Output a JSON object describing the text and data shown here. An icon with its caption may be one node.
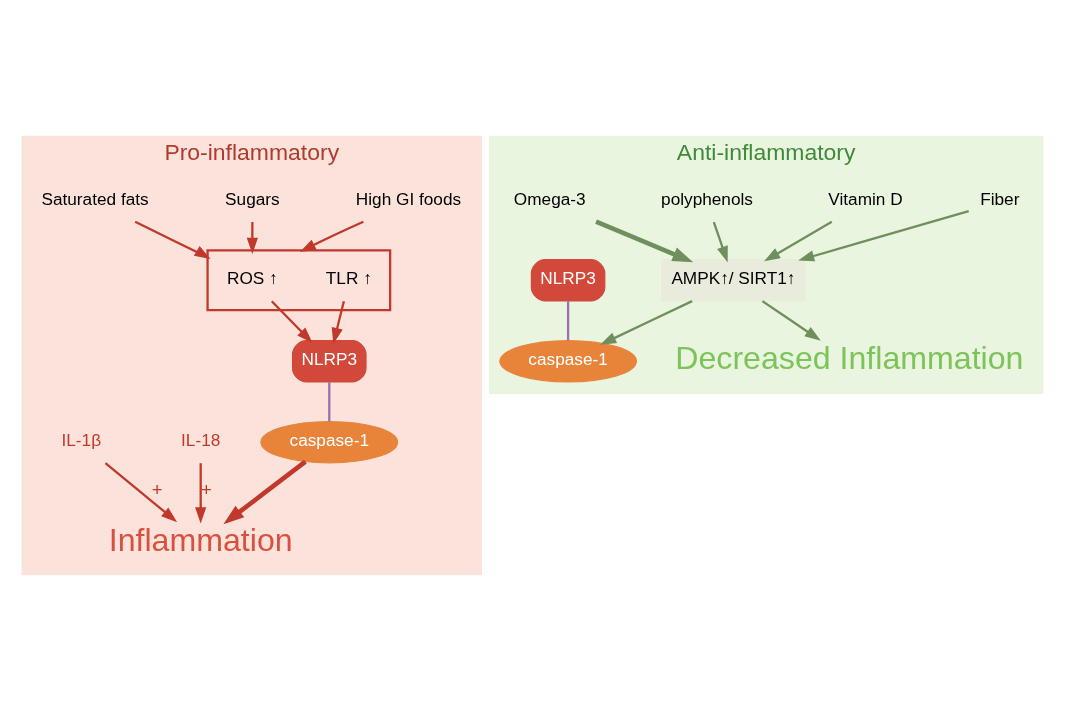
{
  "diagram": {
    "nodes": [
      {
        "text": [
          "Pro-inflammatory"
        ]
      },
      {
        "text": [
          "Saturated fats"
        ],
        "in": 0
      },
      {
        "text": [
          "Sugars"
        ],
        "in": 0
      },
      {
        "text": [
          "High GI foods"
        ],
        "in": 0
      },
      {
        "text": [],
        "shape": "box",
        "in": 0
      },
      {
        "text": [
          "ROS ↑"
        ],
        "in": 4
      },
      {
        "text": [
          "TLR ↑"
        ],
        "in": 4
      },
      {
        "text": [
          "NLRP3"
        ],
        "in": 0
      },
      {
        "text": [
          "caspase-1"
        ],
        "in": 0
      },
      {
        "text": [
          "IL-1β"
        ],
        "in": 0
      },
      {
        "text": [
          "IL-18"
        ],
        "in": 0
      },
      {
        "text": [
          "Inflammation"
        ],
        "in": 0
      },
      {
        "text": [
          "Anti-inflammatory"
        ]
      },
      {
        "text": [
          "Omega-3"
        ],
        "in": 12
      },
      {
        "text": [
          "polyphenols"
        ],
        "in": 12
      },
      {
        "text": [
          "Vitamin D"
        ],
        "in": 12
      },
      {
        "text": [
          "Fiber"
        ],
        "in": 12
      },
      {
        "text": [
          "AMPK↑/ SIRT1↑"
        ],
        "in": 12
      },
      {
        "text": [
          "NLRP3"
        ],
        "in": 12
      },
      {
        "text": [
          "caspase-1"
        ],
        "in": 12
      },
      {
        "text": [
          "Decreased Inflammation"
        ],
        "in": 12
      }
    ],
    "edges": [
      {
        "from": 1,
        "to": 4,
        "arrow": "to"
      },
      {
        "from": 2,
        "to": 4,
        "arrow": "to"
      },
      {
        "from": 3,
        "to": 4,
        "arrow": "to"
      },
      {
        "from": 5,
        "to": 7,
        "arrow": "to"
      },
      {
        "from": 6,
        "to": 7,
        "arrow": "to"
      },
      {
        "from": 7,
        "to": 8,
        "arrow": "none",
        "color": "#9b6fb0"
      },
      {
        "from": 8,
        "to": 11,
        "arrow": "to",
        "style": "thick"
      },
      {
        "from": 9,
        "to": 11,
        "arrow": "to",
        "label": "+"
      },
      {
        "from": 10,
        "to": 11,
        "arrow": "to",
        "label": "+"
      },
      {
        "from": 13,
        "to": 17,
        "arrow": "to",
        "color": "#6f8f5c",
        "style": "thick"
      },
      {
        "from": 14,
        "to": 17,
        "arrow": "to",
        "color": "#6f8f5c"
      },
      {
        "from": 15,
        "to": 17,
        "arrow": "to",
        "color": "#6f8f5c"
      },
      {
        "from": 16,
        "to": 17,
        "arrow": "to",
        "color": "#6f8f5c"
      },
      {
        "from": 17,
        "to": 19,
        "arrow": "to",
        "color": "#6f8f5c"
      },
      {
        "from": 18,
        "to": 19,
        "arrow": "none",
        "color": "#9b6fb0"
      },
      {
        "from": 17,
        "to": 20,
        "arrow": "to",
        "color": "#6f8f5c"
      }
    ]
  }
}
